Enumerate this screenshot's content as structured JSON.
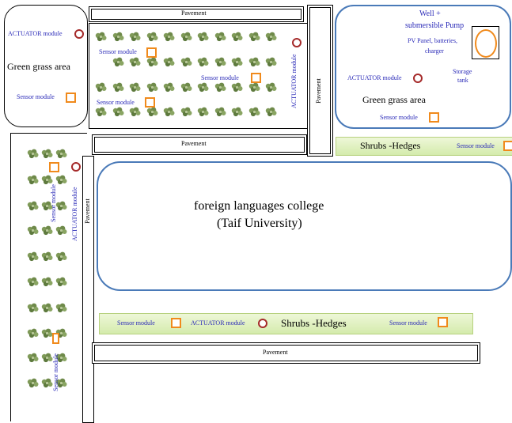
{
  "labels": {
    "pavement": "Pavement",
    "actuator_module": "ACTUATOR module",
    "sensor_module": "Sensor module",
    "green_grass_area": "Green grass area",
    "green_grass_area_2": "Green  grass area",
    "well_pump_line1": "Well +",
    "well_pump_line2": "submersible Pump",
    "pv_panel_line1": "PV Panel, batteries,",
    "pv_panel_line2": "charger",
    "storage_tank_line1": "Storage",
    "storage_tank_line2": "tank",
    "shrubs_hedges": "Shrubs -Hedges",
    "college_name": "foreign languages college",
    "university": "(Taif University)"
  },
  "colors": {
    "module_text": "#2b2bb8",
    "sensor_square": "#f08a1c",
    "actuator_circle": "#a52a2a",
    "college_border": "#4a7ab8",
    "hedge_fill": "#d4ebac",
    "shrub_fill": "#6f8a4a"
  }
}
